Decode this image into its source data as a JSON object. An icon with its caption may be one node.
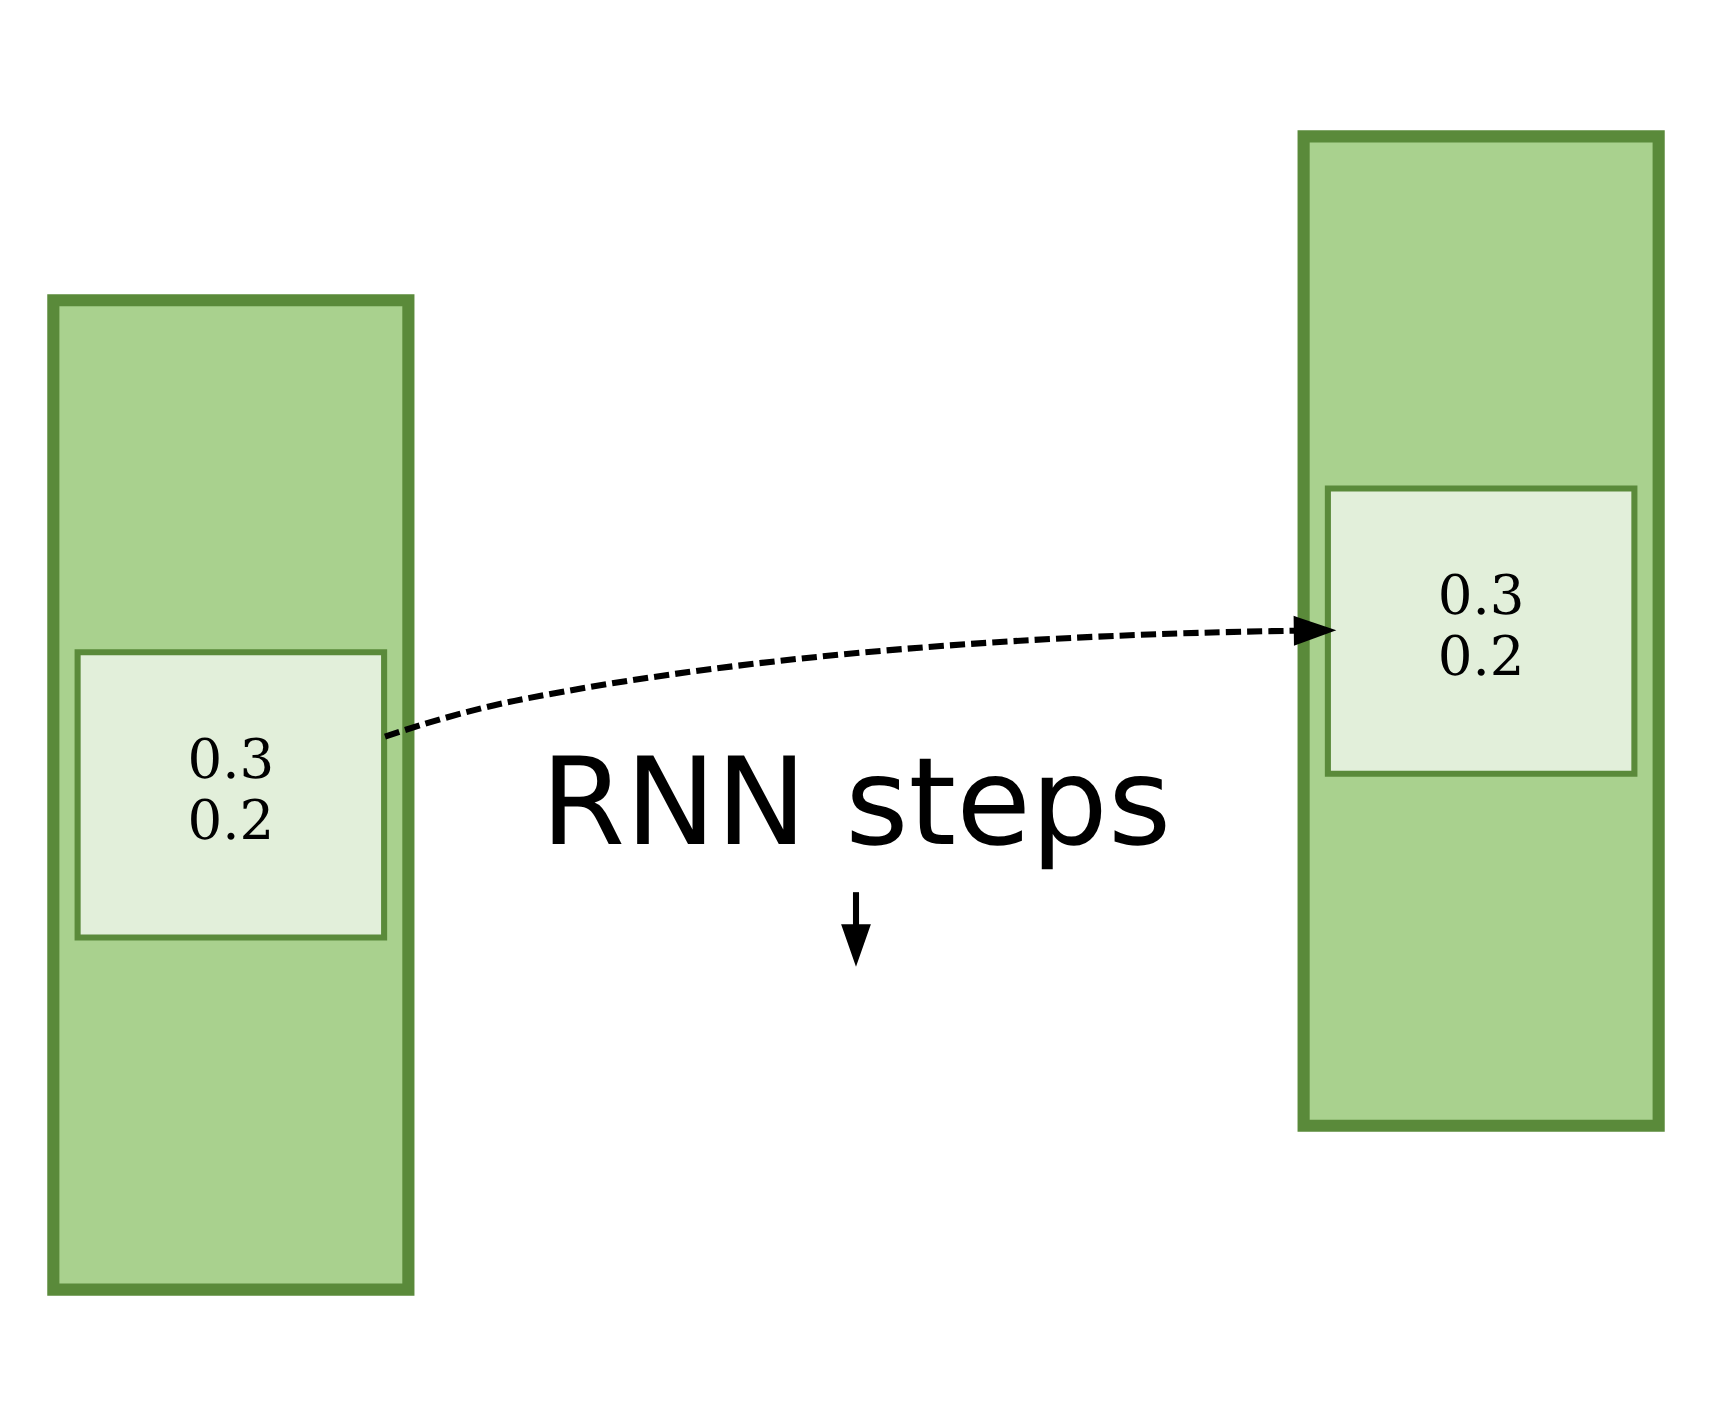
{
  "diagram": {
    "nodes": [
      {
        "text": [],
        "shape": "bar"
      },
      {
        "text": [
          "0.3",
          "0.2"
        ],
        "in": 0
      },
      {
        "text": [],
        "shape": "bar"
      },
      {
        "text": [
          "0.3",
          "0.2"
        ],
        "in": 2
      },
      {
        "text": [
          "RNN steps"
        ]
      }
    ],
    "edges": [
      {
        "from": 1,
        "to": 3,
        "arrow": "to",
        "style": "dashed"
      },
      {
        "from": 4,
        "to": null,
        "arrow": "to"
      }
    ]
  }
}
